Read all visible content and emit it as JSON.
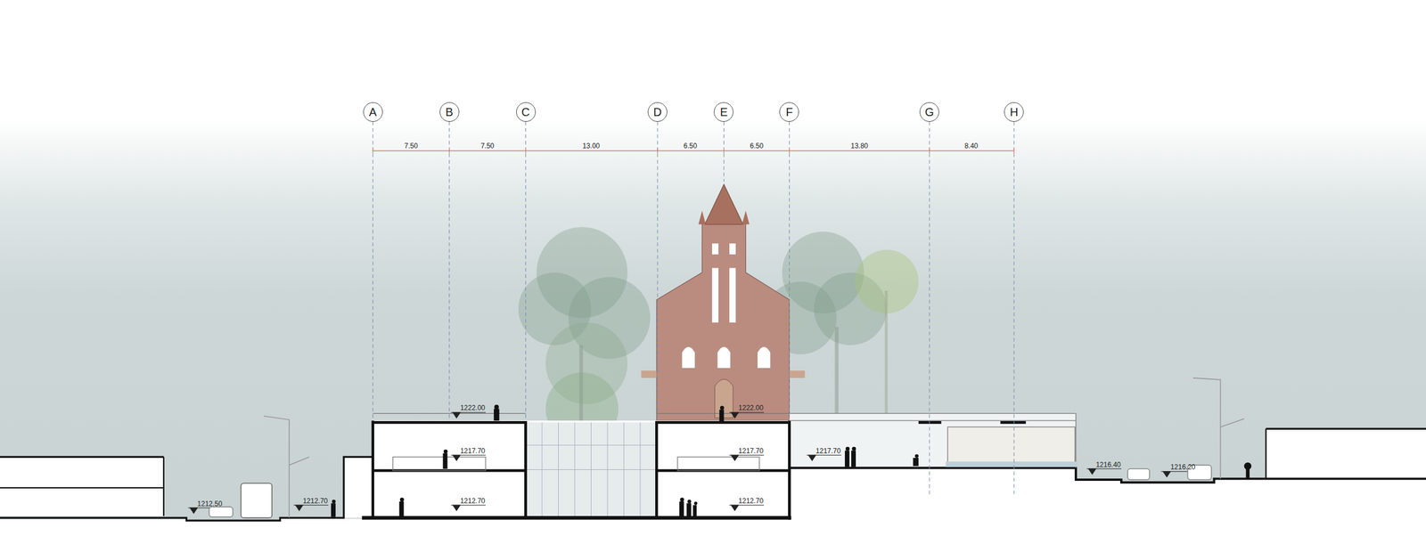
{
  "diagram": {
    "nodes": [
      {
        "text": [
          "A"
        ]
      },
      {
        "text": [
          "B"
        ]
      },
      {
        "text": [
          "C"
        ]
      },
      {
        "text": [
          "D"
        ]
      },
      {
        "text": [
          "E"
        ]
      },
      {
        "text": [
          "F"
        ]
      },
      {
        "text": [
          "G"
        ]
      },
      {
        "text": [
          "H"
        ]
      }
    ],
    "labels": [
      "7.50",
      "7.50",
      "13.00",
      "6.50",
      "6.50",
      "13.80",
      "8.40",
      "1222.00",
      "1222.00",
      "1217.70",
      "1217.70",
      "1217.70",
      "1216.40",
      "1216.20",
      "1212.70",
      "1212.70",
      "1212.50",
      "1212.70"
    ]
  }
}
